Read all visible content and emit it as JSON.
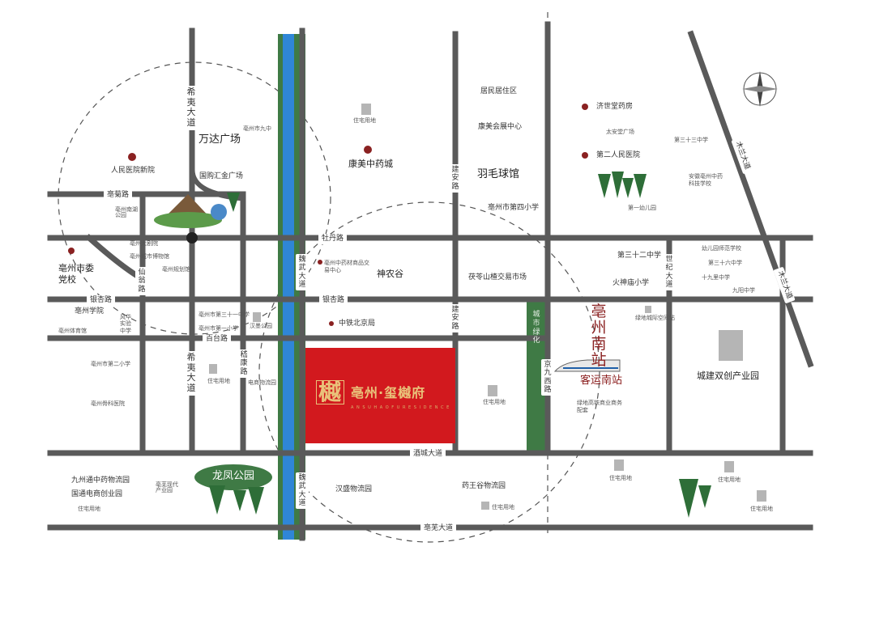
{
  "project": {
    "name": "亳州·玺樾府",
    "logo_char": "樾",
    "subtitle": "A N S U H A O F U R E S I D E N C E"
  },
  "roads": {
    "xiyi_1": "希夷大道",
    "xiyi_2": "希夷大道",
    "bojv": "亳菊路",
    "mudan": "牡丹路",
    "yinxing": "银杏路",
    "yinxing_2": "银杏路",
    "baitai": "百台路",
    "xianweng": "仙翁路",
    "jikang": "嵇康路",
    "weiwu_1": "魏武大道",
    "weiwu_2": "魏武大道",
    "jiuzheng": "酒城大道",
    "bowu": "亳芜大道",
    "jianan_1": "建安路",
    "jianan_2": "建安路",
    "jingjiu": "京九西路",
    "shiji": "世纪大道",
    "mulan_1": "木兰大道",
    "mulan_2": "木兰大道",
    "city_green": "城市绿化"
  },
  "pois": {
    "wanda": "万达广场",
    "jiuzhong": "亳州市九中",
    "renmin_xin": "人民医院新院",
    "guogou": "国购汇金广场",
    "bozhou_park": "亳州南湖公园",
    "shiwei": "亳州市委党校",
    "dajuyuan": "亳州大剧院",
    "bowuguan": "亳州城市博物馆",
    "guihuaguan": "亳州规划馆",
    "xueyuan": "亳州学院",
    "tiyuguan": "亳州体育馆",
    "fenghua": "风华实验中学",
    "sanshiyi": "亳州市第三十一中学",
    "diyi": "亳州市第一小学",
    "ertong": "汉墨公园",
    "dierxiao": "亳州市第二小学",
    "erke": "亳州骨科医院",
    "zhuzhai1": "住宅用地",
    "dianshang": "电商物流园",
    "longfeng": "龙凤公园",
    "jiuzhou": "九州通中药物流园",
    "guotong": "国通电商创业园",
    "bowu_cy": "亳芜现代产业园",
    "zhuzhai2": "住宅用地",
    "zhuzhai_top": "住宅用地",
    "kangmei_cheng": "康美中药城",
    "zhongyaocai": "亳州中药材商品交易中心",
    "shennong": "神农谷",
    "zhongtie": "中铁北京局",
    "hansheng": "汉盛物流园",
    "juminju": "居民居住区",
    "kangmei_hui": "康美会展中心",
    "yumao": "羽毛球馆",
    "disi": "亳州市第四小学",
    "fuling": "茯苓山楂交易市场",
    "zhuzhai3": "住宅用地",
    "yaowang": "药王谷物流园",
    "zhuzhai4": "住宅用地",
    "jishi": "济世堂药房",
    "taian": "太安堂广场",
    "dier_yy": "第二人民医院",
    "disanshisan": "第三十三中学",
    "anhui_bz": "安徽亳州中药科技学校",
    "diyi_you": "第一幼儿园",
    "sanshier": "第三十二中学",
    "huoshen": "火神庙小学",
    "youer_sf": "幼儿园师范学校",
    "sanshiliu": "第三十六中学",
    "shijiu": "十九里中学",
    "jiuyang": "九阳中学",
    "lvdi_chengxin": "绿地城际空间站",
    "nanzhan": "亳州南站",
    "keyun": "客运南站",
    "lvdi_gt": "绿地高铁商业商务配套",
    "chengjian": "城建双创产业园",
    "zhuzhai5": "住宅用地",
    "zhuzhai6": "住宅用地"
  },
  "colors": {
    "road": "#5a5a5a",
    "canal": "#2f86d6",
    "canal_edge": "#3f7a45",
    "project": "#d2191e",
    "green": "#3f7a45",
    "circle": "#555555"
  }
}
